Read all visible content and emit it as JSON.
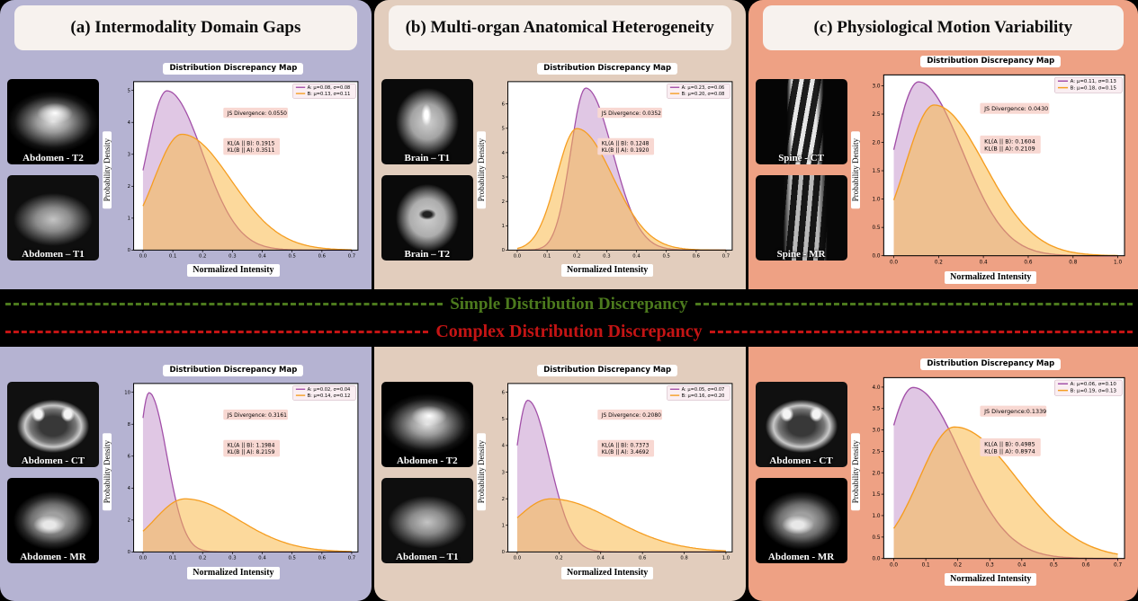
{
  "separator": {
    "simple_label": "Simple Distribution Discrepancy",
    "simple_color": "#4c7a1d",
    "complex_label": "Complex Distribution Discrepancy",
    "complex_color": "#c41414"
  },
  "colors": {
    "panel_a_bg": "#b5b3d2",
    "panel_b_bg": "#e2cdbd",
    "panel_c_bg": "#eea184",
    "series_a_line": "#a24fa8",
    "series_b_line": "#f59d20",
    "annotation_bg": "#f8d8d2",
    "legend_bg": "#faeef2"
  },
  "panels": [
    {
      "title": "(a) Intermodality Domain Gaps",
      "rows": [
        {
          "images": [
            {
              "label": "Abdomen - T2"
            },
            {
              "label": "Abdomen – T1"
            }
          ]
        },
        {
          "images": [
            {
              "label": "Abdomen - CT"
            },
            {
              "label": "Abdomen - MR"
            }
          ]
        }
      ]
    },
    {
      "title": "(b) Multi-organ Anatomical Heterogeneity",
      "rows": [
        {
          "images": [
            {
              "label": "Brain – T1"
            },
            {
              "label": "Brain – T2"
            }
          ]
        },
        {
          "images": [
            {
              "label": "Abdomen - T2"
            },
            {
              "label": "Abdomen – T1"
            }
          ]
        }
      ]
    },
    {
      "title": "(c) Physiological Motion Variability",
      "rows": [
        {
          "images": [
            {
              "label": "Spine - CT"
            },
            {
              "label": "Spine - MR"
            }
          ]
        },
        {
          "images": [
            {
              "label": "Abdomen - CT"
            },
            {
              "label": "Abdomen - MR"
            }
          ]
        }
      ]
    }
  ],
  "chart_data": [
    {
      "type": "area",
      "panel": "a",
      "row": "top",
      "title": "Distribution Discrepancy Map",
      "xlabel": "Normalized Intensity",
      "ylabel": "Probability Density",
      "xmax": 0.7,
      "ymax": 5,
      "xlim": [
        0,
        0.7
      ],
      "ylim": [
        0,
        5
      ],
      "grid": false,
      "legend_position": "upper-right",
      "xticks": [
        "0.0",
        "0.1",
        "0.2",
        "0.3",
        "0.4",
        "0.5",
        "0.6",
        "0.7"
      ],
      "yticks": [
        "0",
        "1",
        "2",
        "3",
        "4",
        "5"
      ],
      "series": [
        {
          "label": "A: μ=0.08, σ=0.08",
          "mu": 0.08,
          "sigma": 0.08,
          "color": "#a24fa8",
          "fill": "rgba(186,131,196,0.45)"
        },
        {
          "label": "B: μ=0.13, σ=0.11",
          "mu": 0.13,
          "sigma": 0.11,
          "color": "#f59d20",
          "fill": "rgba(250,185,75,0.55)"
        }
      ],
      "js": "JS Divergence: 0.0550",
      "kl1": "KL(A || B): 0.1915",
      "kl2": "KL(B || A): 0.3511"
    },
    {
      "type": "area",
      "panel": "b",
      "row": "top",
      "title": "Distribution Discrepancy Map",
      "xlabel": "Normalized Intensity",
      "ylabel": "Probability Density",
      "xmax": 0.7,
      "ymax": 6,
      "xlim": [
        0,
        0.7
      ],
      "ylim": [
        0,
        6
      ],
      "grid": false,
      "legend_position": "upper-right",
      "xticks": [
        "0.0",
        "0.1",
        "0.2",
        "0.3",
        "0.4",
        "0.5",
        "0.6",
        "0.7"
      ],
      "yticks": [
        "0",
        "1",
        "2",
        "3",
        "4",
        "5",
        "6"
      ],
      "series": [
        {
          "label": "A: μ=0.23, σ=0.06",
          "mu": 0.23,
          "sigma": 0.06,
          "color": "#a24fa8",
          "fill": "rgba(186,131,196,0.45)"
        },
        {
          "label": "B: μ=0.20, σ=0.08",
          "mu": 0.2,
          "sigma": 0.08,
          "color": "#f59d20",
          "fill": "rgba(250,185,75,0.55)"
        }
      ],
      "js": "JS Divergence: 0.0352",
      "kl1": "KL(A || B): 0.1248",
      "kl2": "KL(B || A): 0.1920"
    },
    {
      "type": "area",
      "panel": "c",
      "row": "top",
      "title": "Distribution Discrepancy Map",
      "xlabel": "Normalized Intensity",
      "ylabel": "Probability Density",
      "xmax": 1.0,
      "ymax": 3.0,
      "xlim": [
        0,
        1.0
      ],
      "ylim": [
        0,
        3.0
      ],
      "grid": false,
      "legend_position": "upper-right",
      "xticks": [
        "0.0",
        "0.2",
        "0.4",
        "0.6",
        "0.8",
        "1.0"
      ],
      "yticks": [
        "0.0",
        "0.5",
        "1.0",
        "1.5",
        "2.0",
        "2.5",
        "3.0"
      ],
      "series": [
        {
          "label": "A: μ=0.11, σ=0.13",
          "mu": 0.11,
          "sigma": 0.13,
          "color": "#a24fa8",
          "fill": "rgba(186,131,196,0.45)"
        },
        {
          "label": "B: μ=0.18, σ=0.15",
          "mu": 0.18,
          "sigma": 0.15,
          "color": "#f59d20",
          "fill": "rgba(250,185,75,0.55)"
        }
      ],
      "js": "JS Divergence: 0.0430",
      "kl1": "KL(A || B): 0.1604",
      "kl2": "KL(B || A): 0.2109"
    },
    {
      "type": "area",
      "panel": "a",
      "row": "bottom",
      "title": "Distribution Discrepancy Map",
      "xlabel": "Normalized Intensity",
      "ylabel": "Probability Density",
      "xmax": 0.7,
      "ymax": 10,
      "xlim": [
        0,
        0.7
      ],
      "ylim": [
        0,
        10
      ],
      "grid": false,
      "legend_position": "upper-right",
      "xticks": [
        "0.0",
        "0.1",
        "0.2",
        "0.3",
        "0.4",
        "0.5",
        "0.6",
        "0.7"
      ],
      "yticks": [
        "0",
        "2",
        "4",
        "6",
        "8",
        "10"
      ],
      "series": [
        {
          "label": "A: μ=0.02, σ=0.04",
          "mu": 0.02,
          "sigma": 0.04,
          "color": "#a24fa8",
          "fill": "rgba(186,131,196,0.45)"
        },
        {
          "label": "B: μ=0.14, σ=0.12",
          "mu": 0.14,
          "sigma": 0.12,
          "color": "#f59d20",
          "fill": "rgba(250,185,75,0.55)"
        }
      ],
      "js": "JS Divergence: 0.3161",
      "kl1": "KL(A || B): 1.1984",
      "kl2": "KL(B || A): 8.2159"
    },
    {
      "type": "area",
      "panel": "b",
      "row": "bottom",
      "title": "Distribution Discrepancy Map",
      "xlabel": "Normalized Intensity",
      "ylabel": "Probability Density",
      "xmax": 1.0,
      "ymax": 6,
      "xlim": [
        0,
        1.0
      ],
      "ylim": [
        0,
        6
      ],
      "grid": false,
      "legend_position": "upper-right",
      "xticks": [
        "0.0",
        "0.2",
        "0.4",
        "0.6",
        "0.8",
        "1.0"
      ],
      "yticks": [
        "0",
        "1",
        "2",
        "3",
        "4",
        "5",
        "6"
      ],
      "series": [
        {
          "label": "A: μ=0.05, σ=0.07",
          "mu": 0.05,
          "sigma": 0.07,
          "color": "#a24fa8",
          "fill": "rgba(186,131,196,0.45)"
        },
        {
          "label": "B: μ=0.16, σ=0.20",
          "mu": 0.16,
          "sigma": 0.2,
          "color": "#f59d20",
          "fill": "rgba(250,185,75,0.55)"
        }
      ],
      "js": "JS Divergence: 0.2080",
      "kl1": "KL(A || B): 0.7373",
      "kl2": "KL(B || A): 3.4692"
    },
    {
      "type": "area",
      "panel": "c",
      "row": "bottom",
      "title": "Distribution Discrepancy Map",
      "xlabel": "Normalized Intensity",
      "ylabel": "Probability Density",
      "xmax": 0.7,
      "ymax": 4.0,
      "xlim": [
        0,
        0.7
      ],
      "ylim": [
        0,
        4.0
      ],
      "grid": false,
      "legend_position": "upper-right",
      "xticks": [
        "0.0",
        "0.1",
        "0.2",
        "0.3",
        "0.4",
        "0.5",
        "0.6",
        "0.7"
      ],
      "yticks": [
        "0.0",
        "0.5",
        "1.0",
        "1.5",
        "2.0",
        "2.5",
        "3.0",
        "3.5",
        "4.0"
      ],
      "series": [
        {
          "label": "A: μ=0.06, σ=0.10",
          "mu": 0.06,
          "sigma": 0.1,
          "color": "#a24fa8",
          "fill": "rgba(186,131,196,0.45)"
        },
        {
          "label": "B: μ=0.19, σ=0.13",
          "mu": 0.19,
          "sigma": 0.13,
          "color": "#f59d20",
          "fill": "rgba(250,185,75,0.55)"
        }
      ],
      "js": "JS Divergence:0.1339",
      "kl1": "KL(A || B): 0.4985",
      "kl2": "KL(B || A): 0.8974"
    }
  ]
}
